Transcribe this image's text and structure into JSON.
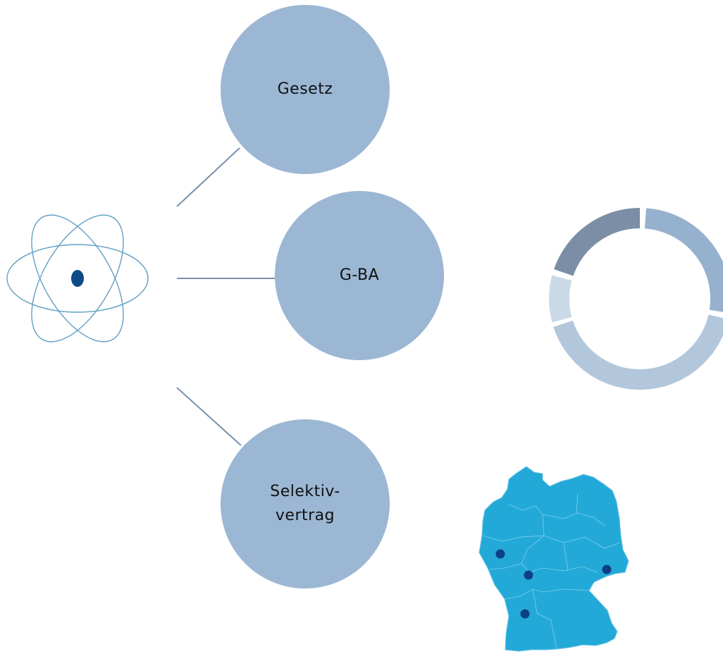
{
  "nodes": [
    {
      "label": "Gesetz"
    },
    {
      "label": "G-BA"
    },
    {
      "label": "Selektiv-\nvertrag"
    }
  ],
  "colors": {
    "node_fill": "#9bb7d4",
    "connector": "#7890aa",
    "atom_orbit": "#5f9fc4",
    "atom_nucleus": "#0e4a8a",
    "ring_segments": [
      "#cbd9e7",
      "#7b8ea6",
      "#96b1cd",
      "#b3c7dc"
    ],
    "map_fill": "#23a9d8",
    "map_border": "#6fc6e6",
    "map_marker": "#0d3f84"
  },
  "icons": [
    "atom-icon",
    "ring-chart-icon",
    "germany-map-icon"
  ]
}
